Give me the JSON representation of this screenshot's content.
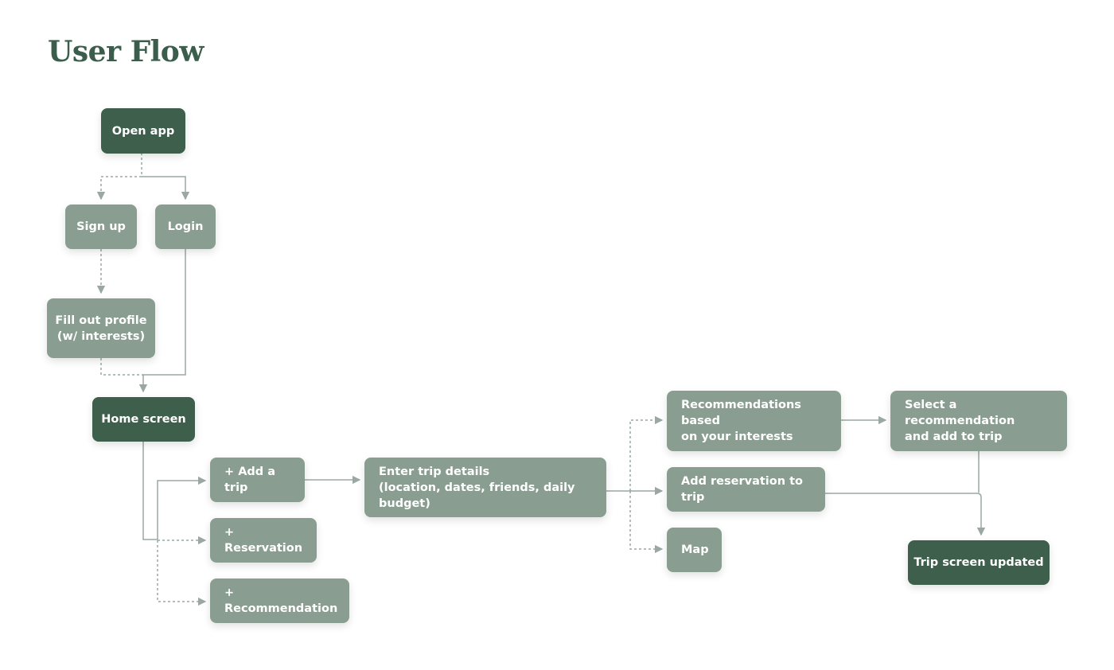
{
  "title": "User Flow",
  "colors": {
    "dark_node": "#3d5f4c",
    "light_node": "#899e91",
    "title": "#3a5e4b",
    "connector": "#9aa8a1"
  },
  "nodes": {
    "open_app": "Open app",
    "sign_up": "Sign up",
    "login": "Login",
    "fill_profile": "Fill out profile\n(w/ interests)",
    "home_screen": "Home screen",
    "add_trip": "+ Add a trip",
    "reservation": "+ Reservation",
    "recommendation": "+ Recommendation",
    "enter_trip_details": "Enter trip details\n(location, dates, friends, daily budget)",
    "recommendations_interests": "Recommendations based\non your interests",
    "add_reservation": "Add reservation to trip",
    "map": "Map",
    "select_recommendation": "Select a recommendation\nand add to trip",
    "trip_screen_updated": "Trip screen updated"
  }
}
